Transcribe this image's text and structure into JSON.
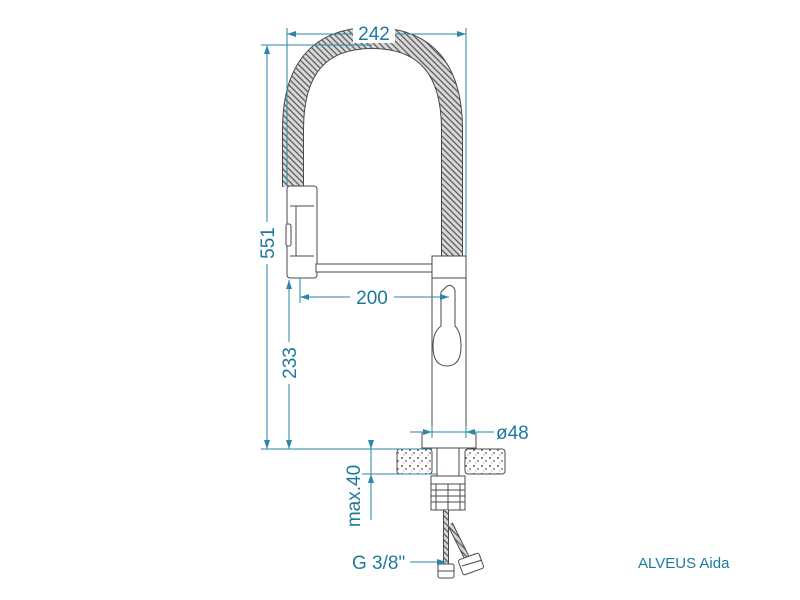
{
  "product_label": "ALVEUS Aida",
  "dimensions": {
    "spout_width": "242",
    "total_height": "551",
    "reach": "200",
    "spout_height": "233",
    "body_diameter": "ø48",
    "max_counter_thickness": "max.40",
    "connection_thread": "G 3/8\""
  },
  "colors": {
    "dimension": "#2a86ab",
    "outline": "#4a4a4a",
    "counter_pattern": "#7a7a7a"
  }
}
